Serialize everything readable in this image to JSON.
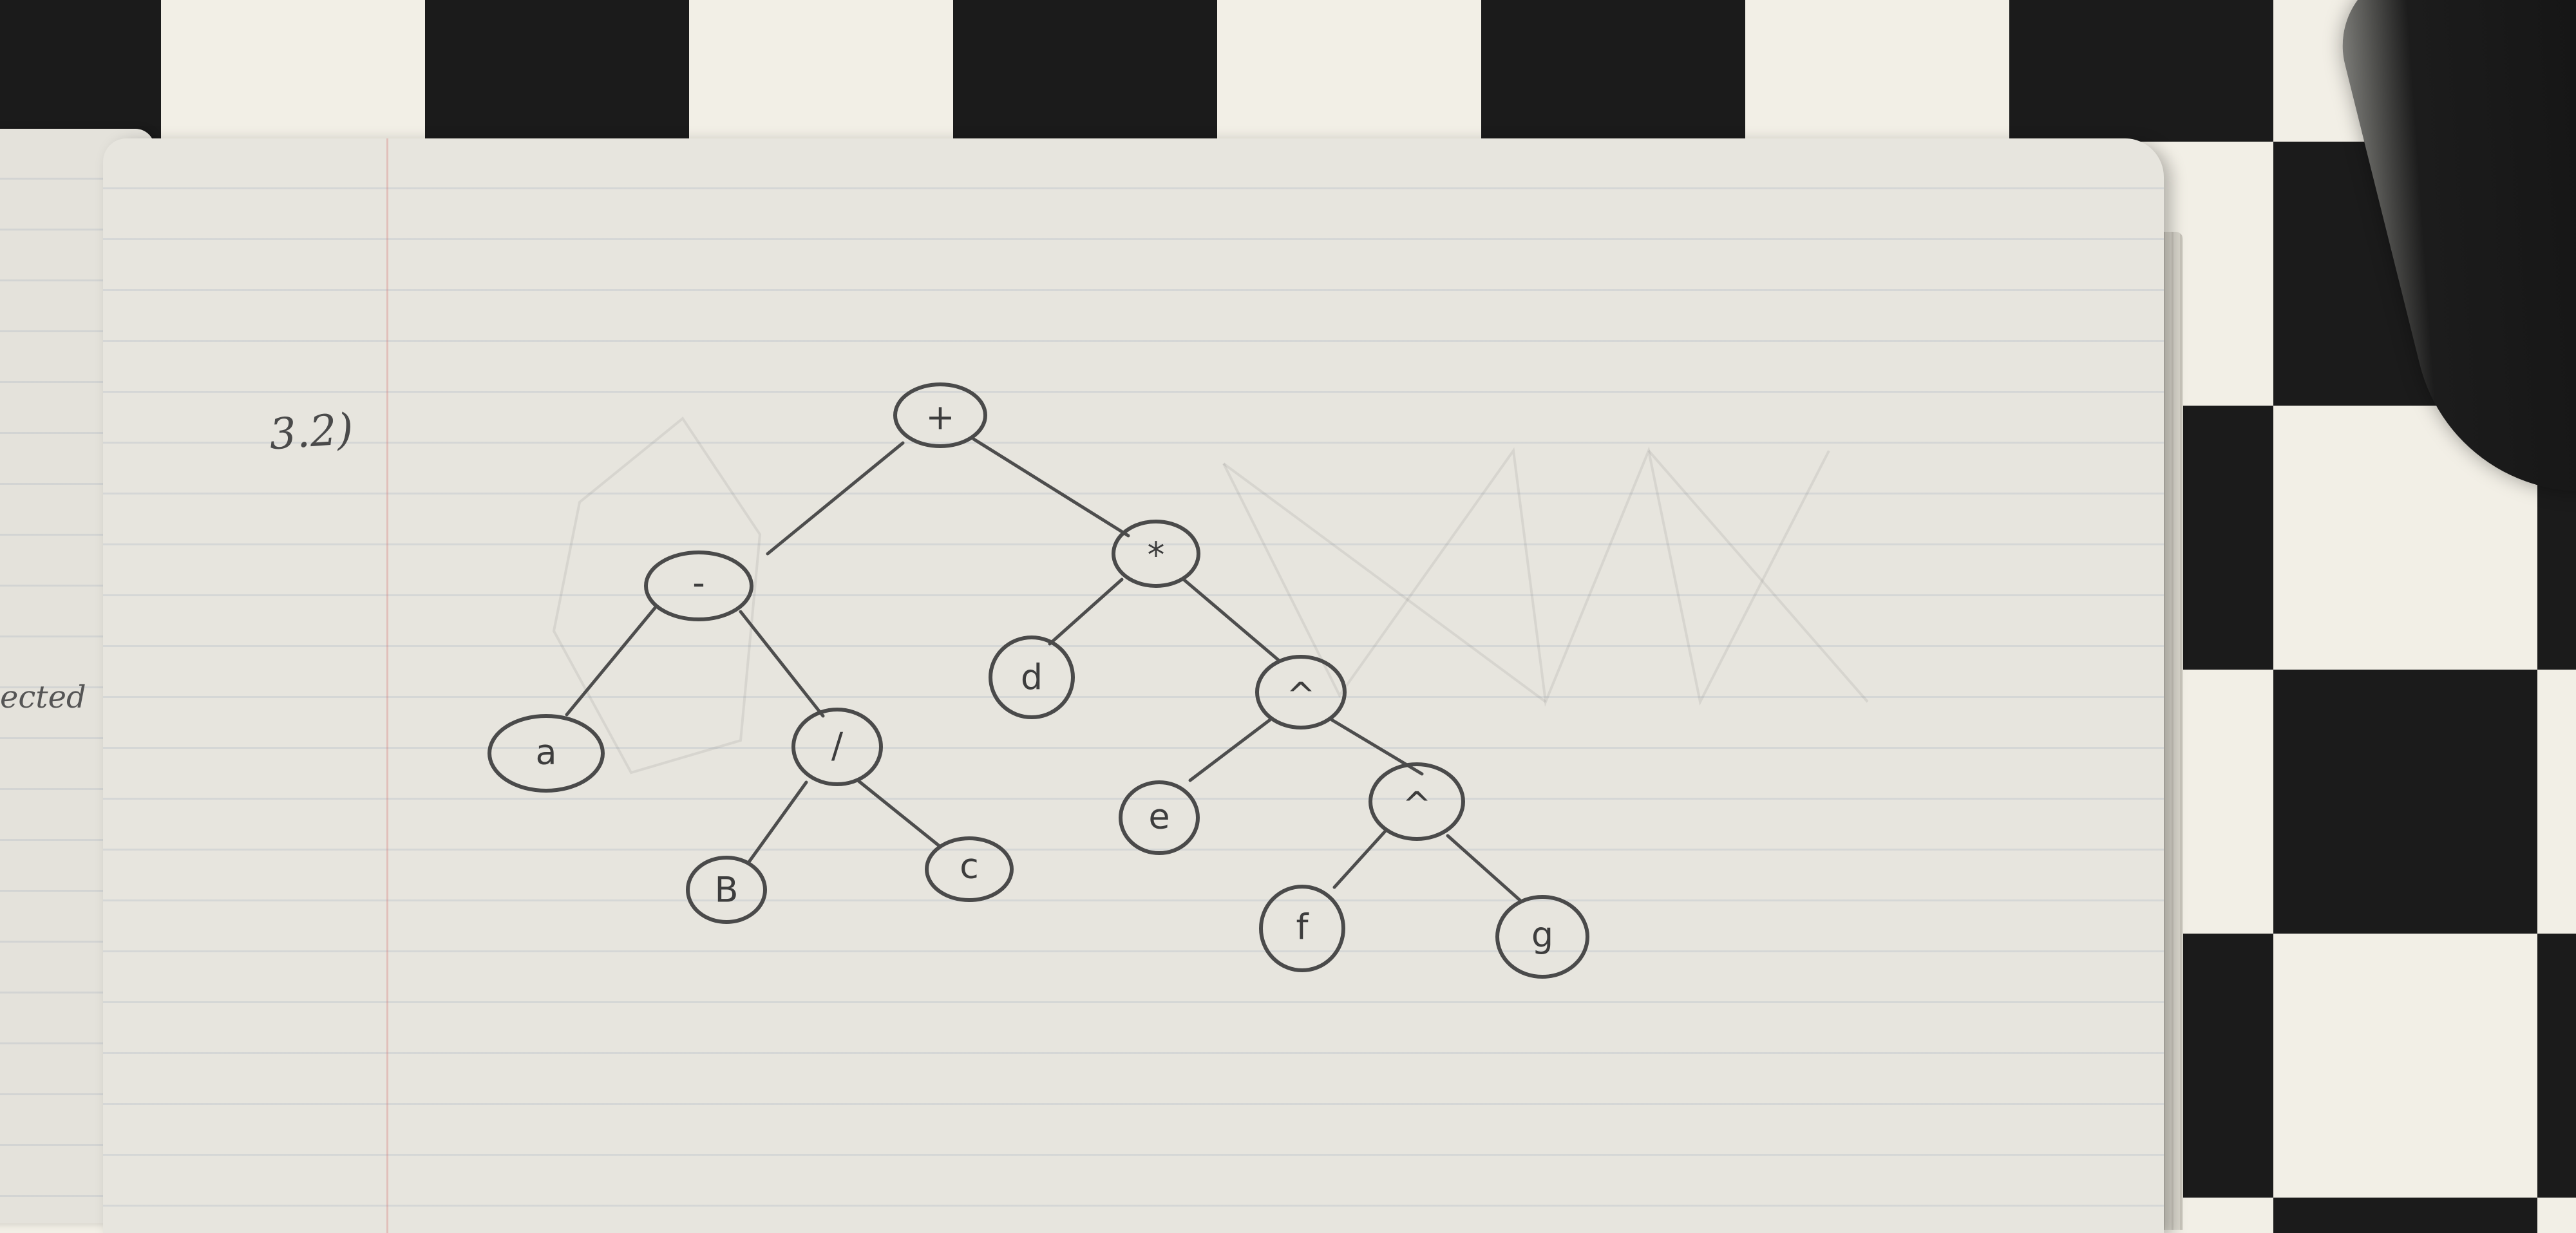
{
  "problem_label": "3.2)",
  "left_page_fragment": "ected",
  "tree": {
    "edges": [
      [
        "plus",
        "minus"
      ],
      [
        "plus",
        "times"
      ],
      [
        "minus",
        "a"
      ],
      [
        "minus",
        "div"
      ],
      [
        "div",
        "b"
      ],
      [
        "div",
        "c"
      ],
      [
        "times",
        "d"
      ],
      [
        "times",
        "caret1"
      ],
      [
        "caret1",
        "e"
      ],
      [
        "caret1",
        "caret2"
      ],
      [
        "caret2",
        "f"
      ],
      [
        "caret2",
        "g"
      ]
    ],
    "nodes": [
      {
        "id": "plus",
        "label": "+"
      },
      {
        "id": "minus",
        "label": "-"
      },
      {
        "id": "times",
        "label": "*"
      },
      {
        "id": "a",
        "label": "a"
      },
      {
        "id": "div",
        "label": "/"
      },
      {
        "id": "b",
        "label": "B"
      },
      {
        "id": "c",
        "label": "c"
      },
      {
        "id": "d",
        "label": "d"
      },
      {
        "id": "caret1",
        "label": "^"
      },
      {
        "id": "e",
        "label": "e"
      },
      {
        "id": "caret2",
        "label": "^"
      },
      {
        "id": "f",
        "label": "f"
      },
      {
        "id": "g",
        "label": "g"
      }
    ]
  }
}
